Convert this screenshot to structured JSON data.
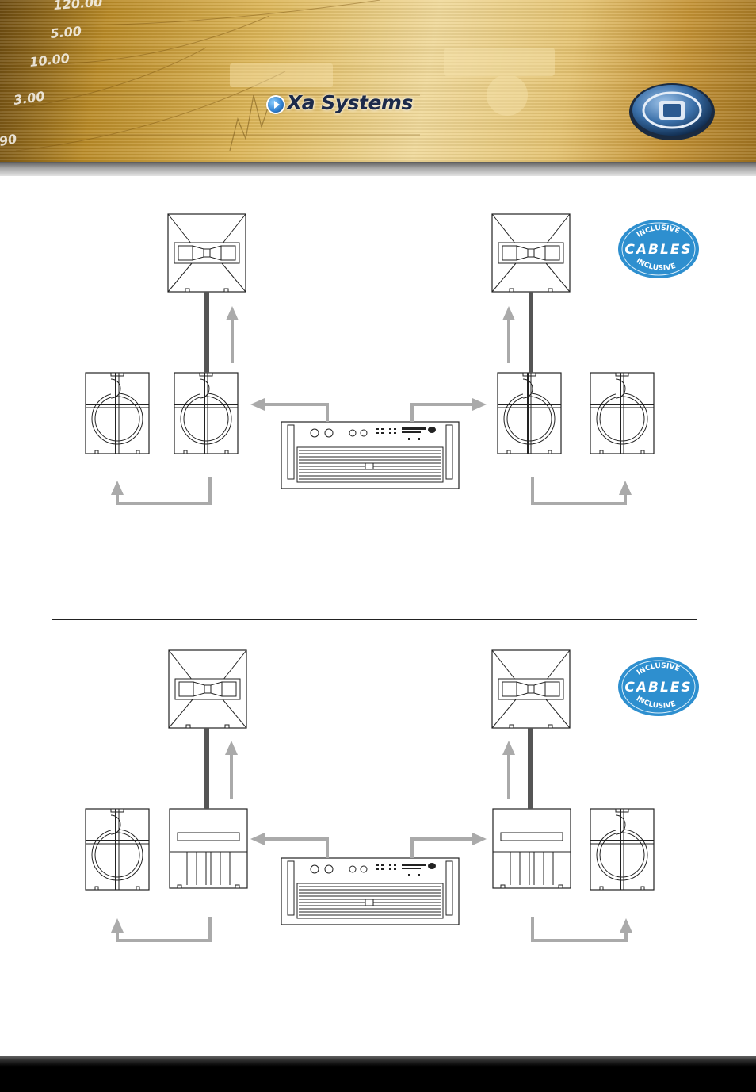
{
  "header": {
    "title": "Xa Systems",
    "background_numbers": [
      "120.00",
      "5.00",
      "10.00",
      "3.00",
      "90"
    ],
    "accent_color": "#d7b055"
  },
  "badge": {
    "top_text": "INCLUSIVE",
    "middle_text": "CABLES",
    "bottom_text": "INCLUSIVE",
    "color": "#2e8fcf"
  },
  "diagrams": [
    {
      "name": "system-1",
      "main_speaker_type": "subwoofer"
    },
    {
      "name": "system-2",
      "main_speaker_type": "bass-cabinet"
    }
  ],
  "icons": {
    "bullet": "play-circle-icon",
    "brand": "brand-logo-icon"
  }
}
